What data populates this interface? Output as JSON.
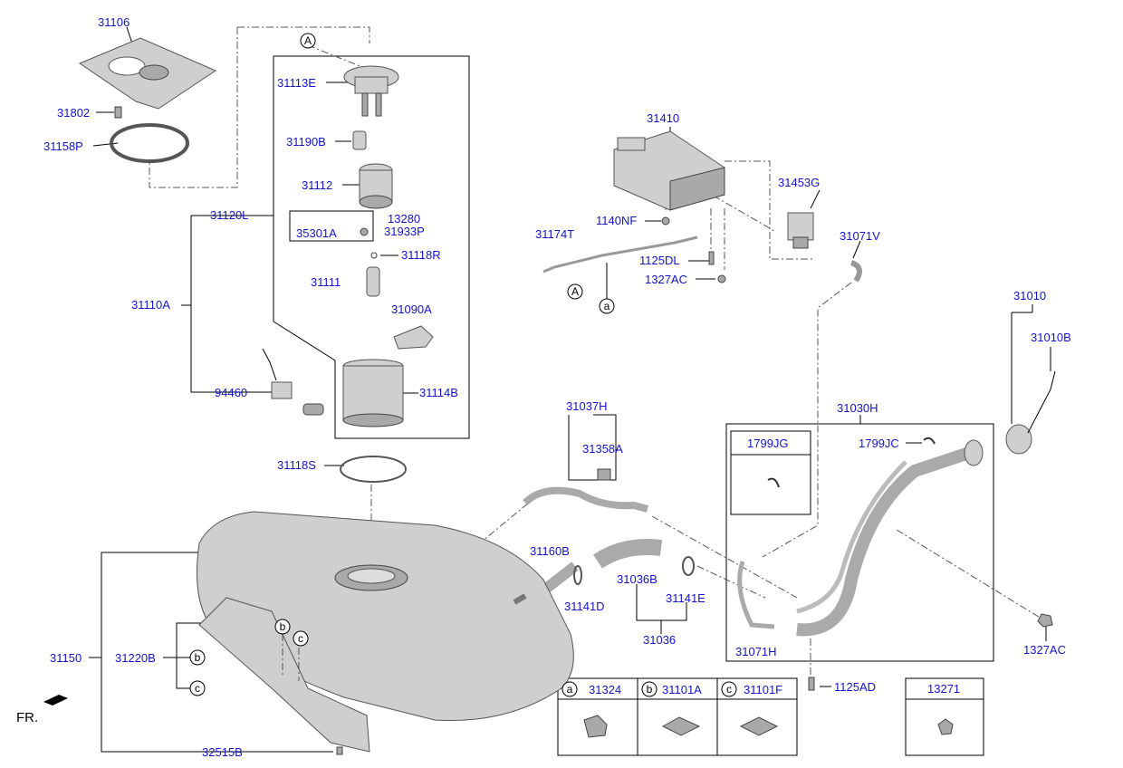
{
  "parts": {
    "p31106": "31106",
    "p31802": "31802",
    "p31158P": "31158P",
    "p31113E": "31113E",
    "p31190B": "31190B",
    "p31112": "31112",
    "p31120L": "31120L",
    "p35301A": "35301A",
    "p13280": "13280",
    "p31933P": "31933P",
    "p31118R": "31118R",
    "p31111": "31111",
    "p31110A": "31110A",
    "p31090A": "31090A",
    "p94460": "94460",
    "p31114B": "31114B",
    "p31118S": "31118S",
    "p31410": "31410",
    "p1140NF": "1140NF",
    "p31453G": "31453G",
    "p31174T": "31174T",
    "p31071V": "31071V",
    "p1125DL": "1125DL",
    "p1327AC_top": "1327AC",
    "p31010": "31010",
    "p31010B": "31010B",
    "p31037H": "31037H",
    "p31358A": "31358A",
    "p31030H": "31030H",
    "p1799JG": "1799JG",
    "p1799JC": "1799JC",
    "p31160B": "31160B",
    "p31036B": "31036B",
    "p31141D": "31141D",
    "p31141E": "31141E",
    "p31036": "31036",
    "p31071H": "31071H",
    "p1327AC_right": "1327AC",
    "p31150": "31150",
    "p31220B": "31220B",
    "p32515B": "32515B",
    "p1125AD": "1125AD",
    "p13271": "13271",
    "p31324": "31324",
    "p31101A": "31101A",
    "p31101F": "31101F"
  },
  "markers": {
    "A": "A",
    "a": "a",
    "b": "b",
    "c": "c"
  },
  "fr_label": "FR."
}
